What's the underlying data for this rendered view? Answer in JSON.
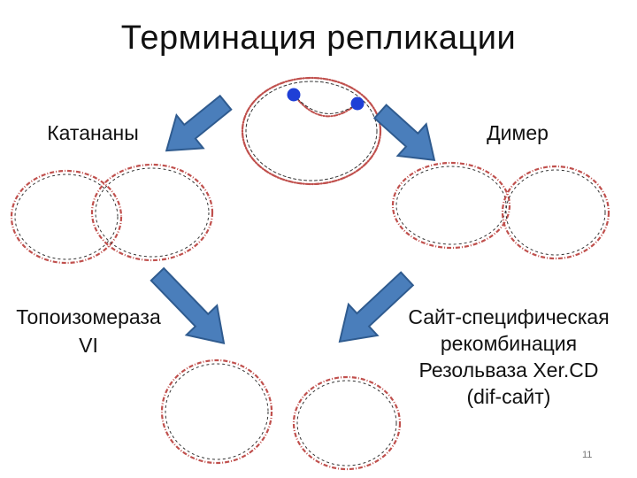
{
  "title": "Терминация репликации",
  "labels": {
    "catenanes": "Катананы",
    "dimer": "Димер",
    "topo_line1": "Топоизомераза",
    "topo_line2": "VI",
    "site_line1": "Сайт-специфическая",
    "site_line2": "рекомбинация",
    "site_line3": "Резольваза Xer.CD",
    "site_line4": "(dif-сайт)"
  },
  "page_number": "11",
  "colors": {
    "arrow_fill": "#4a7ebb",
    "arrow_stroke": "#2f5b8f",
    "dna_red": "#c0504d",
    "dna_dark": "#333333",
    "origin_dot": "#1f3fd6"
  }
}
